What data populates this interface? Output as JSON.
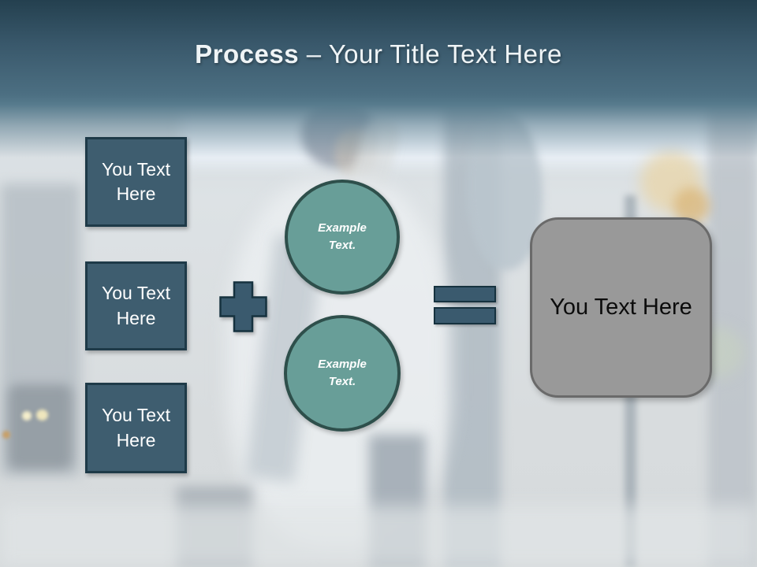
{
  "slide": {
    "header": {
      "title_emphasis": "Process",
      "title_separator": "–",
      "title_rest": "Your Title Text Here"
    },
    "left_boxes": [
      {
        "label": "You Text Here"
      },
      {
        "label": "You Text Here"
      },
      {
        "label": "You Text Here"
      }
    ],
    "circles": [
      {
        "label": "Example Text."
      },
      {
        "label": "Example Text."
      }
    ],
    "operators": {
      "plus_icon": "plus-sign",
      "equals_icon": "equals-sign"
    },
    "result_box": {
      "label": "You Text Here"
    },
    "colors": {
      "header_dark": "#24404f",
      "header_mid": "#4c6f82",
      "box_fill": "#3e5d6f",
      "box_border": "#1e3a48",
      "circle_fill": "#689e98",
      "circle_border": "#2e4f4b",
      "operator_fill": "#3a5a6e",
      "operator_border": "#16323f",
      "result_fill": "#999999",
      "result_border": "#6a6a6a",
      "title_text": "#eff4f6"
    }
  }
}
